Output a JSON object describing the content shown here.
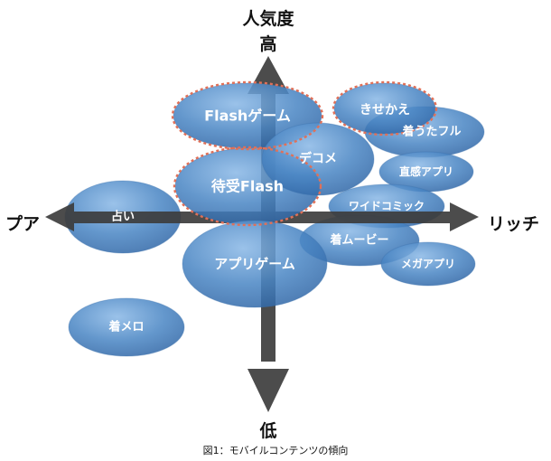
{
  "axes": {
    "top_line1": "人気度",
    "top_line2": "高",
    "bottom": "低",
    "left": "プア",
    "right": "リッチ"
  },
  "caption": "図1：モバイルコンテンツの傾向",
  "colors": {
    "ellipse_fill": "#4a86c4",
    "highlight_border": "#e07058",
    "axis": "#3d3d3d",
    "label_text": "#ffffff"
  },
  "items": [
    {
      "id": "flash-game",
      "label": "Flashゲーム",
      "highlighted": true
    },
    {
      "id": "kisekae",
      "label": "きせかえ",
      "highlighted": true
    },
    {
      "id": "machiuke",
      "label": "待受Flash",
      "highlighted": true
    },
    {
      "id": "chakuuta",
      "label": "着うたフル",
      "highlighted": false
    },
    {
      "id": "dekome",
      "label": "デコメ",
      "highlighted": false
    },
    {
      "id": "chokkan",
      "label": "直感アプリ",
      "highlighted": false
    },
    {
      "id": "uranai",
      "label": "占い",
      "highlighted": false
    },
    {
      "id": "comic",
      "label": "ワイドコミック",
      "highlighted": false
    },
    {
      "id": "chakumovie",
      "label": "着ムービー",
      "highlighted": false
    },
    {
      "id": "appgame",
      "label": "アプリゲーム",
      "highlighted": false
    },
    {
      "id": "megaapp",
      "label": "メガアプリ",
      "highlighted": false
    },
    {
      "id": "chakumelo",
      "label": "着メロ",
      "highlighted": false
    }
  ]
}
